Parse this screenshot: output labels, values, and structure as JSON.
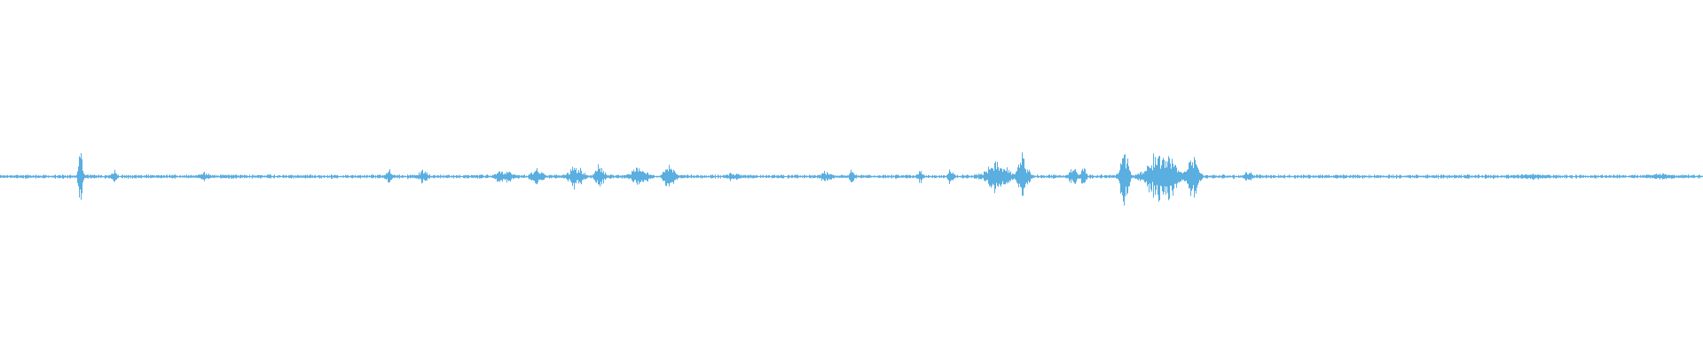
{
  "waveform": {
    "color": "#5aaee0",
    "centerline_color": "#5aaee0",
    "baseline_amplitude": 0.01,
    "bursts": [
      {
        "position": 0.047,
        "amplitude": 0.2,
        "spread": 0.0015
      },
      {
        "position": 0.067,
        "amplitude": 0.05,
        "spread": 0.002
      },
      {
        "position": 0.12,
        "amplitude": 0.03,
        "spread": 0.004
      },
      {
        "position": 0.228,
        "amplitude": 0.06,
        "spread": 0.002
      },
      {
        "position": 0.248,
        "amplitude": 0.05,
        "spread": 0.004
      },
      {
        "position": 0.296,
        "amplitude": 0.05,
        "spread": 0.006
      },
      {
        "position": 0.315,
        "amplitude": 0.07,
        "spread": 0.004
      },
      {
        "position": 0.338,
        "amplitude": 0.08,
        "spread": 0.005
      },
      {
        "position": 0.352,
        "amplitude": 0.09,
        "spread": 0.003
      },
      {
        "position": 0.375,
        "amplitude": 0.06,
        "spread": 0.006
      },
      {
        "position": 0.393,
        "amplitude": 0.08,
        "spread": 0.004
      },
      {
        "position": 0.43,
        "amplitude": 0.03,
        "spread": 0.005
      },
      {
        "position": 0.485,
        "amplitude": 0.04,
        "spread": 0.004
      },
      {
        "position": 0.5,
        "amplitude": 0.06,
        "spread": 0.002
      },
      {
        "position": 0.54,
        "amplitude": 0.05,
        "spread": 0.002
      },
      {
        "position": 0.558,
        "amplitude": 0.06,
        "spread": 0.002
      },
      {
        "position": 0.585,
        "amplitude": 0.1,
        "spread": 0.008
      },
      {
        "position": 0.6,
        "amplitude": 0.14,
        "spread": 0.004
      },
      {
        "position": 0.63,
        "amplitude": 0.07,
        "spread": 0.003
      },
      {
        "position": 0.636,
        "amplitude": 0.07,
        "spread": 0.002
      },
      {
        "position": 0.66,
        "amplitude": 0.2,
        "spread": 0.003
      },
      {
        "position": 0.682,
        "amplitude": 0.18,
        "spread": 0.01
      },
      {
        "position": 0.7,
        "amplitude": 0.15,
        "spread": 0.004
      },
      {
        "position": 0.733,
        "amplitude": 0.04,
        "spread": 0.003
      },
      {
        "position": 0.9,
        "amplitude": 0.02,
        "spread": 0.01
      },
      {
        "position": 0.975,
        "amplitude": 0.02,
        "spread": 0.01
      }
    ]
  }
}
